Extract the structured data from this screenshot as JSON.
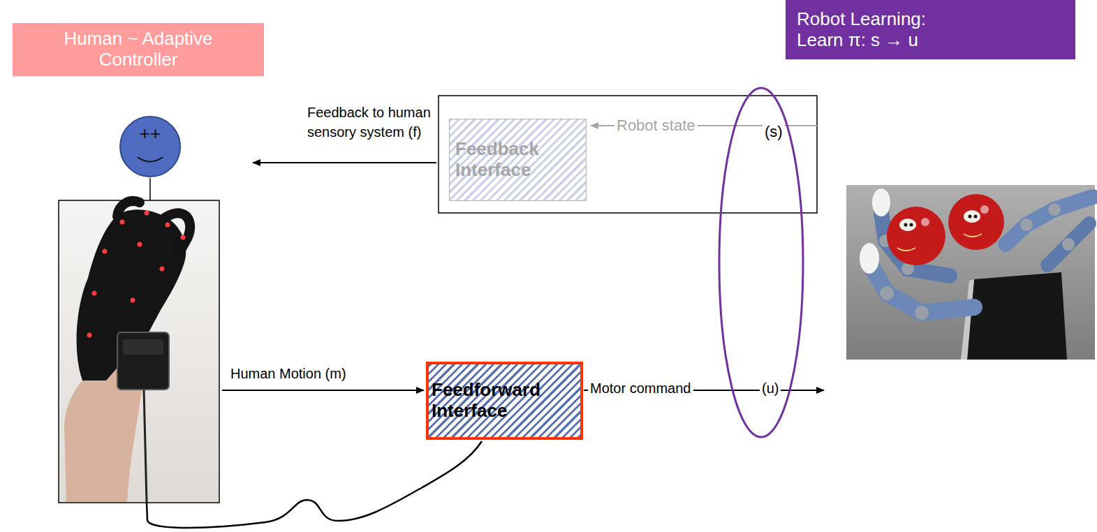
{
  "diagram": {
    "nodes": [
      {
        "text": [
          "Human ~ Adaptive Controller"
        ]
      },
      {
        "text": [
          "Robot Learning: Learn π: s → u"
        ]
      },
      {
        "text": [
          "++"
        ]
      },
      {
        "text": [
          "Feedback Interface"
        ]
      },
      {
        "text": [
          "Feedforward Interface"
        ]
      }
    ],
    "labels": [
      "Feedback to human sensory system (f)",
      "Robot state",
      "(s)",
      "Human Motion (m)",
      "Motor command",
      "(u)"
    ]
  }
}
